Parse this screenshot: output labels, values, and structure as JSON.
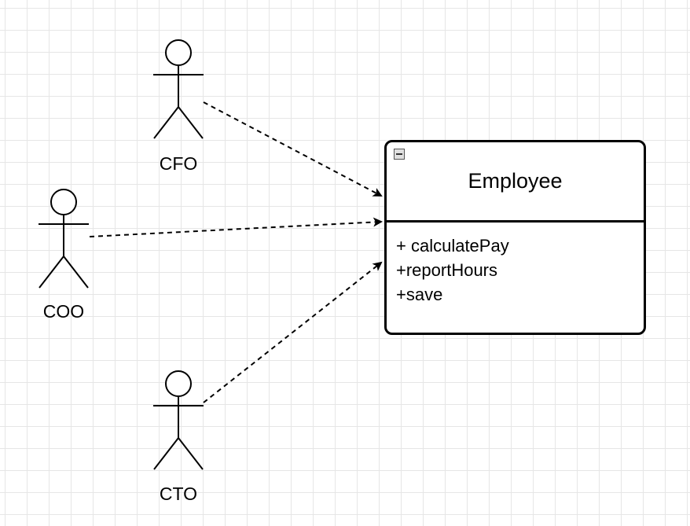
{
  "actors": [
    {
      "id": "cfo",
      "label": "CFO"
    },
    {
      "id": "coo",
      "label": "COO"
    },
    {
      "id": "cto",
      "label": "CTO"
    }
  ],
  "class": {
    "name": "Employee",
    "methods": [
      "+ calculatePay",
      "+reportHours",
      "+save"
    ]
  },
  "edges": [
    {
      "from": "CFO",
      "to": "Employee",
      "style": "dashed-arrow"
    },
    {
      "from": "COO",
      "to": "Employee",
      "style": "dashed-arrow"
    },
    {
      "from": "CTO",
      "to": "Employee",
      "style": "dashed-arrow"
    }
  ],
  "colors": {
    "grid": "#e6e6e6",
    "stroke": "#000000",
    "background": "#ffffff"
  }
}
